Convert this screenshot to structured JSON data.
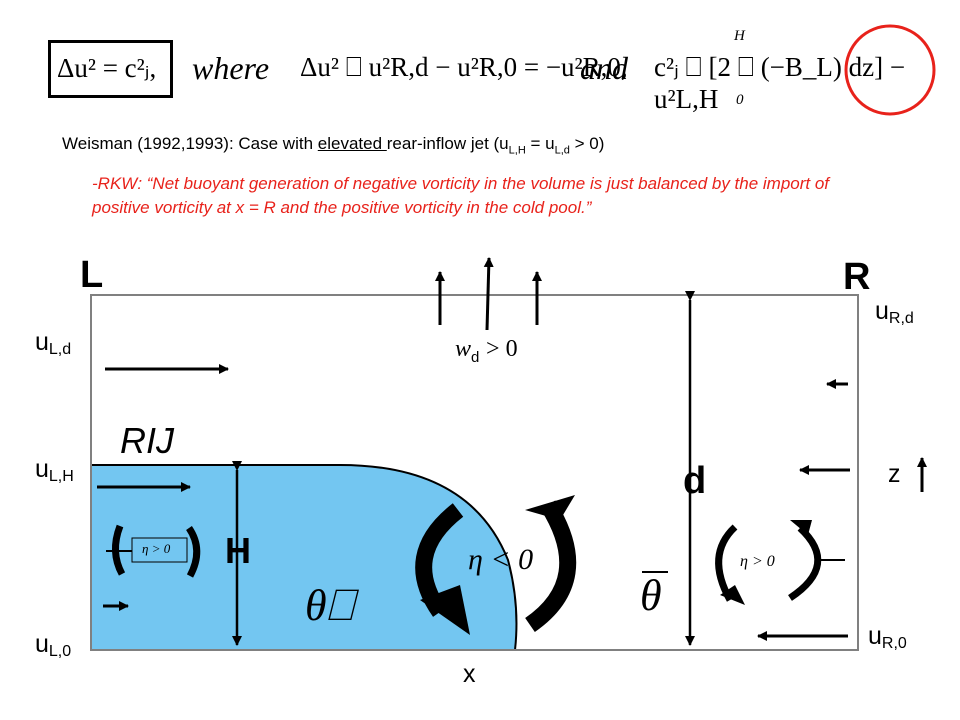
{
  "equation": {
    "boxed": "Δu² = c²ⱼ,",
    "where_word": "where",
    "where_expr": "Δu² ⎕ u²R,d − u²R,0 = −u²R,0,",
    "and_word": "and",
    "and_expr": "c²ⱼ ⎕ [2 ⎕ (−B_L) dz] − u²L,H",
    "integral_upper": "H",
    "integral_lower": "0"
  },
  "citation": {
    "prefix": "Weisman (1992,1993): Case with ",
    "underlined": "elevated ",
    "suffix": "rear-inflow jet (u",
    "sub1": "L,H",
    "mid": " = u",
    "sub2": "L,d",
    "end": " > 0)"
  },
  "rkw_quote": "-RKW: “Net buoyant generation of negative vorticity in the volume is just balanced by the import of positive vorticity at x = R and the positive vorticity in the cold pool.”",
  "labels": {
    "left": "L",
    "right": "R",
    "u": "u",
    "uLd_sub": "L,d",
    "uLH_sub": "L,H",
    "uL0_sub": "L,0",
    "uRd_sub": "R,d",
    "uR0_sub": "R,0",
    "wd": "w",
    "wd_sub": "d",
    "wd_rel": "> 0",
    "rij": "RIJ",
    "H": "H",
    "d": "d",
    "z": "z",
    "x": "x",
    "eta_pos": "η > 0",
    "eta_neg": "η < 0",
    "theta_cold": "θ⎕",
    "theta_env": "θ"
  },
  "colors": {
    "cold_pool": "#73c6f1",
    "highlight_circle": "#e8221b",
    "text_red": "#e8221b"
  }
}
